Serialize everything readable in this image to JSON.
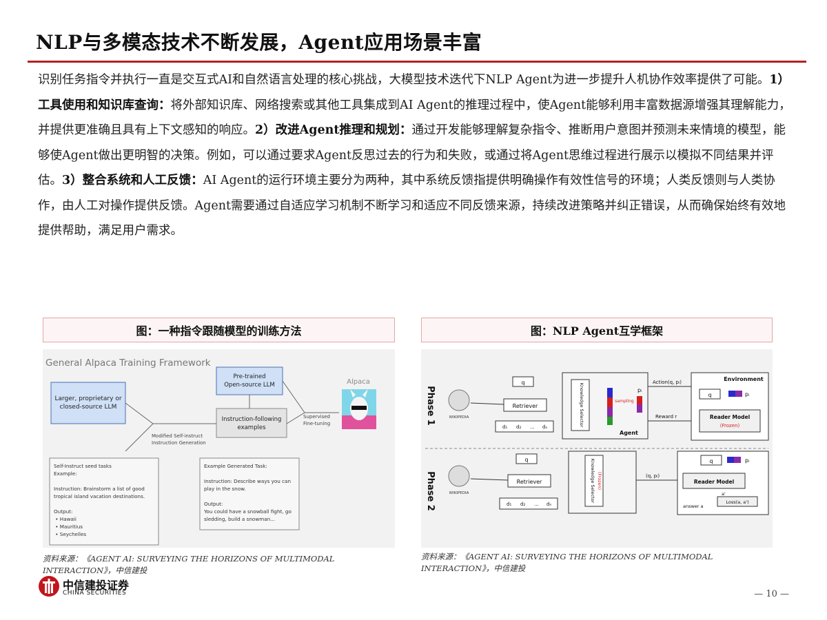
{
  "page": {
    "title": "NLP与多模态技术不断发展，Agent应用场景丰富",
    "page_number": "— 10 —"
  },
  "body": {
    "p1": "识别任务指令并执行一直是交互式AI和自然语言处理的核心挑战，大模型技术迭代下NLP Agent为进一步提升人机协作效率提供了可能。",
    "h1": "1）工具使用和知识库查询：",
    "p2": "将外部知识库、网络搜索或其他工具集成到AI Agent的推理过程中，使Agent能够利用丰富数据源增强其理解能力，并提供更准确且具有上下文感知的响应。",
    "h2": "2）改进Agent推理和规划：",
    "p3": "通过开发能够理解复杂指令、推断用户意图并预测未来情境的模型，能够使Agent做出更明智的决策。例如，可以通过要求Agent反思过去的行为和失败，或通过将Agent思维过程进行展示以模拟不同结果并评估。",
    "h3": "3）整合系统和人工反馈：",
    "p4": "AI Agent的运行环境主要分为两种，其中系统反馈指提供明确操作有效性信号的环境；人类反馈则与人类协作，由人工对操作提供反馈。Agent需要通过自适应学习机制不断学习和适应不同反馈来源，持续改进策略并纠正错误，从而确保始终有效地提供帮助，满足用户需求。"
  },
  "fig_left": {
    "caption": "图：一种指令跟随模型的训练方法",
    "heading": "General Alpaca Training Framework",
    "box_llm": [
      "Larger, proprietary or",
      "closed-source LLM"
    ],
    "box_pretrained": [
      "Pre-trained",
      "Open-source LLM"
    ],
    "box_examples": [
      "Instruction-following",
      "examples"
    ],
    "label_alpaca": "Alpaca",
    "label_supervised": [
      "Supervised",
      "Fine-tuning"
    ],
    "label_modified": [
      "Modified Self-instruct",
      "Instruction Generation"
    ],
    "seed": [
      "Self-Instruct seed tasks",
      "Example:",
      "",
      "Instruction: Brainstorm a list of good",
      "tropical island vacation destinations.",
      "",
      "Output:",
      "  •    Hawaii",
      "  •    Mauritius",
      "  •    Seychelles"
    ],
    "generated": [
      "Example Generated Task:",
      "",
      "Instruction: Describe ways you can",
      "play in the snow.",
      "",
      "Output:",
      "You could have a snowball fight, go",
      "sledding, build a snowman..."
    ],
    "source": [
      "资料来源：《AGENT AI: SURVEYING THE HORIZONS OF MULTIMODAL",
      "INTERACTION》，中信建投"
    ]
  },
  "fig_right": {
    "caption": "图：NLP Agent互学框架",
    "phase1": "Phase 1",
    "phase2": "Phase 2",
    "q": "q",
    "retriever": "Retriever",
    "wiki": "WIKIPEDIA",
    "knowledge_selector": "Knowledge Selector",
    "frozen": "(Frozen)",
    "sampling": "sampling",
    "pi": "pᵢ",
    "agent": "Agent",
    "action": "Action(q, pᵢ)",
    "reward": "Reward r",
    "environment": "Environment",
    "reader_model": "Reader Model",
    "qpi": "(q, pᵢ)",
    "a_prime": "a'",
    "loss": "Loss(a, a')",
    "answer": "answer a",
    "docs": [
      "d₁",
      "d₂",
      "...",
      "dₙ"
    ],
    "source": [
      "资料来源：《AGENT AI: SURVEYING THE HORIZONS OF MULTIMODAL",
      "INTERACTION》，中信建投"
    ]
  },
  "logo": {
    "cn": "中信建投证券",
    "en": "CHINA SECURITIES"
  },
  "colors": {
    "accent": "#b22222",
    "caption_border": "#e3a6a6",
    "box_blue": "#cfe0f7"
  }
}
